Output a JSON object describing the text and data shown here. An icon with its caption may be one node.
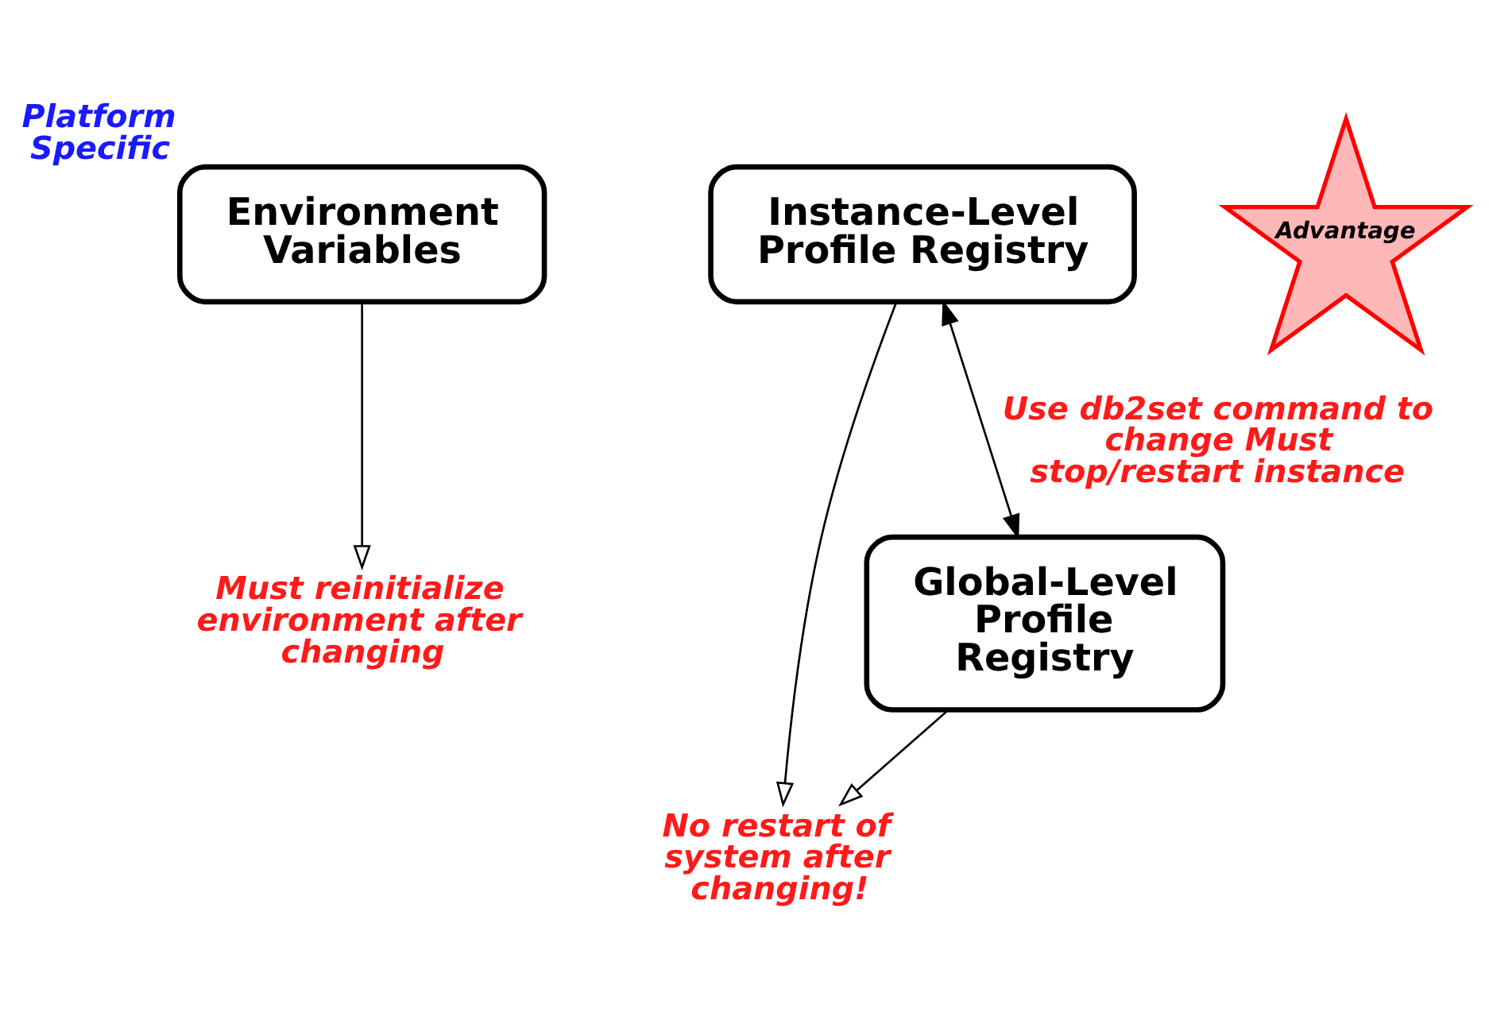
{
  "diagram": {
    "nodes": [
      {
        "text": [
          "Environment Variables"
        ],
        "beside": [
          "Platform Specific"
        ]
      },
      {
        "text": [
          "Instance-Level Profile Registry"
        ]
      },
      {
        "text": [
          "Must reinitialize environment after changing"
        ]
      },
      {
        "text": [
          "Advantage"
        ]
      },
      {
        "text": [
          "No restart of system after changing!"
        ]
      },
      {
        "text": [
          "Global-Level Profile Registry"
        ]
      }
    ],
    "edges": [
      {
        "from": 0,
        "to": 2,
        "arrow": "to"
      },
      {
        "from": 1,
        "to": 4,
        "arrow": "to"
      },
      {
        "from": 5,
        "to": 4,
        "arrow": "to"
      },
      {
        "from": 1,
        "to": 5,
        "arrow": "both",
        "label": "Use db2set command to change Must stop/restart instance"
      }
    ]
  }
}
